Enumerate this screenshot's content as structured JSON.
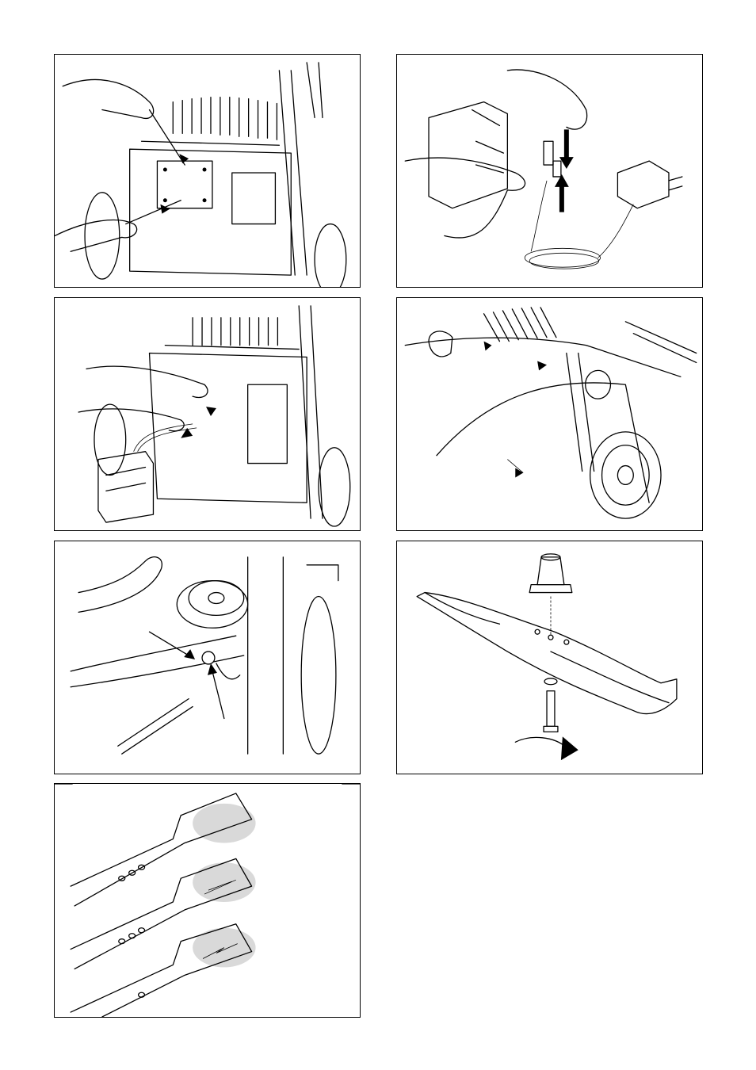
{
  "page": {
    "background": "#ffffff",
    "line_color": "#000000",
    "shade_color": "#d9d9d9"
  },
  "figures": [
    {
      "id": 1,
      "subject": "battery-cover-removal-with-screwdriver"
    },
    {
      "id": 2,
      "subject": "battery-connector-and-charger"
    },
    {
      "id": 3,
      "subject": "battery-pack-removal"
    },
    {
      "id": 4,
      "subject": "height-adjustment-and-fixing-points"
    },
    {
      "id": 5,
      "subject": "blade-drive-belt"
    },
    {
      "id": 6,
      "subject": "blade-assembly-hub-washer-bolt"
    },
    {
      "id": 7,
      "subject": "blade-wear-comparison"
    }
  ]
}
